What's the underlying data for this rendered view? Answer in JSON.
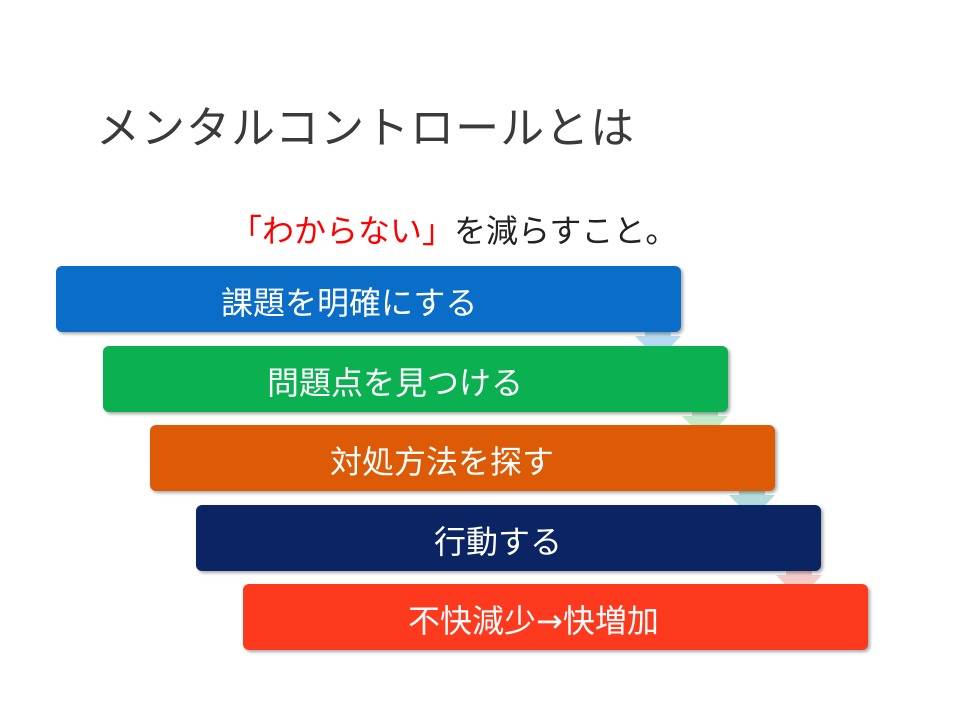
{
  "slide": {
    "title": "メンタルコントロールとは",
    "subtitle_emphasis": "「わからない」",
    "subtitle_rest": "を減らすこと。"
  },
  "steps": [
    {
      "label": "課題を明確にする",
      "color": "#0a6ec8"
    },
    {
      "label": "問題点を見つける",
      "color": "#0bb150"
    },
    {
      "label": "対処方法を探す",
      "color": "#dd5a06"
    },
    {
      "label": "行動する",
      "color": "#0b2463"
    },
    {
      "label": "不快減少→快増加",
      "color": "#fd3a1e"
    }
  ],
  "arrows": [
    {
      "icon": "down-arrow-icon",
      "color": "#a9d4ef"
    },
    {
      "icon": "down-arrow-icon",
      "color": "#b7e7bf"
    },
    {
      "icon": "down-arrow-icon",
      "color": "#a9d7d6"
    },
    {
      "icon": "down-arrow-icon",
      "color": "#f2c4c0"
    }
  ]
}
